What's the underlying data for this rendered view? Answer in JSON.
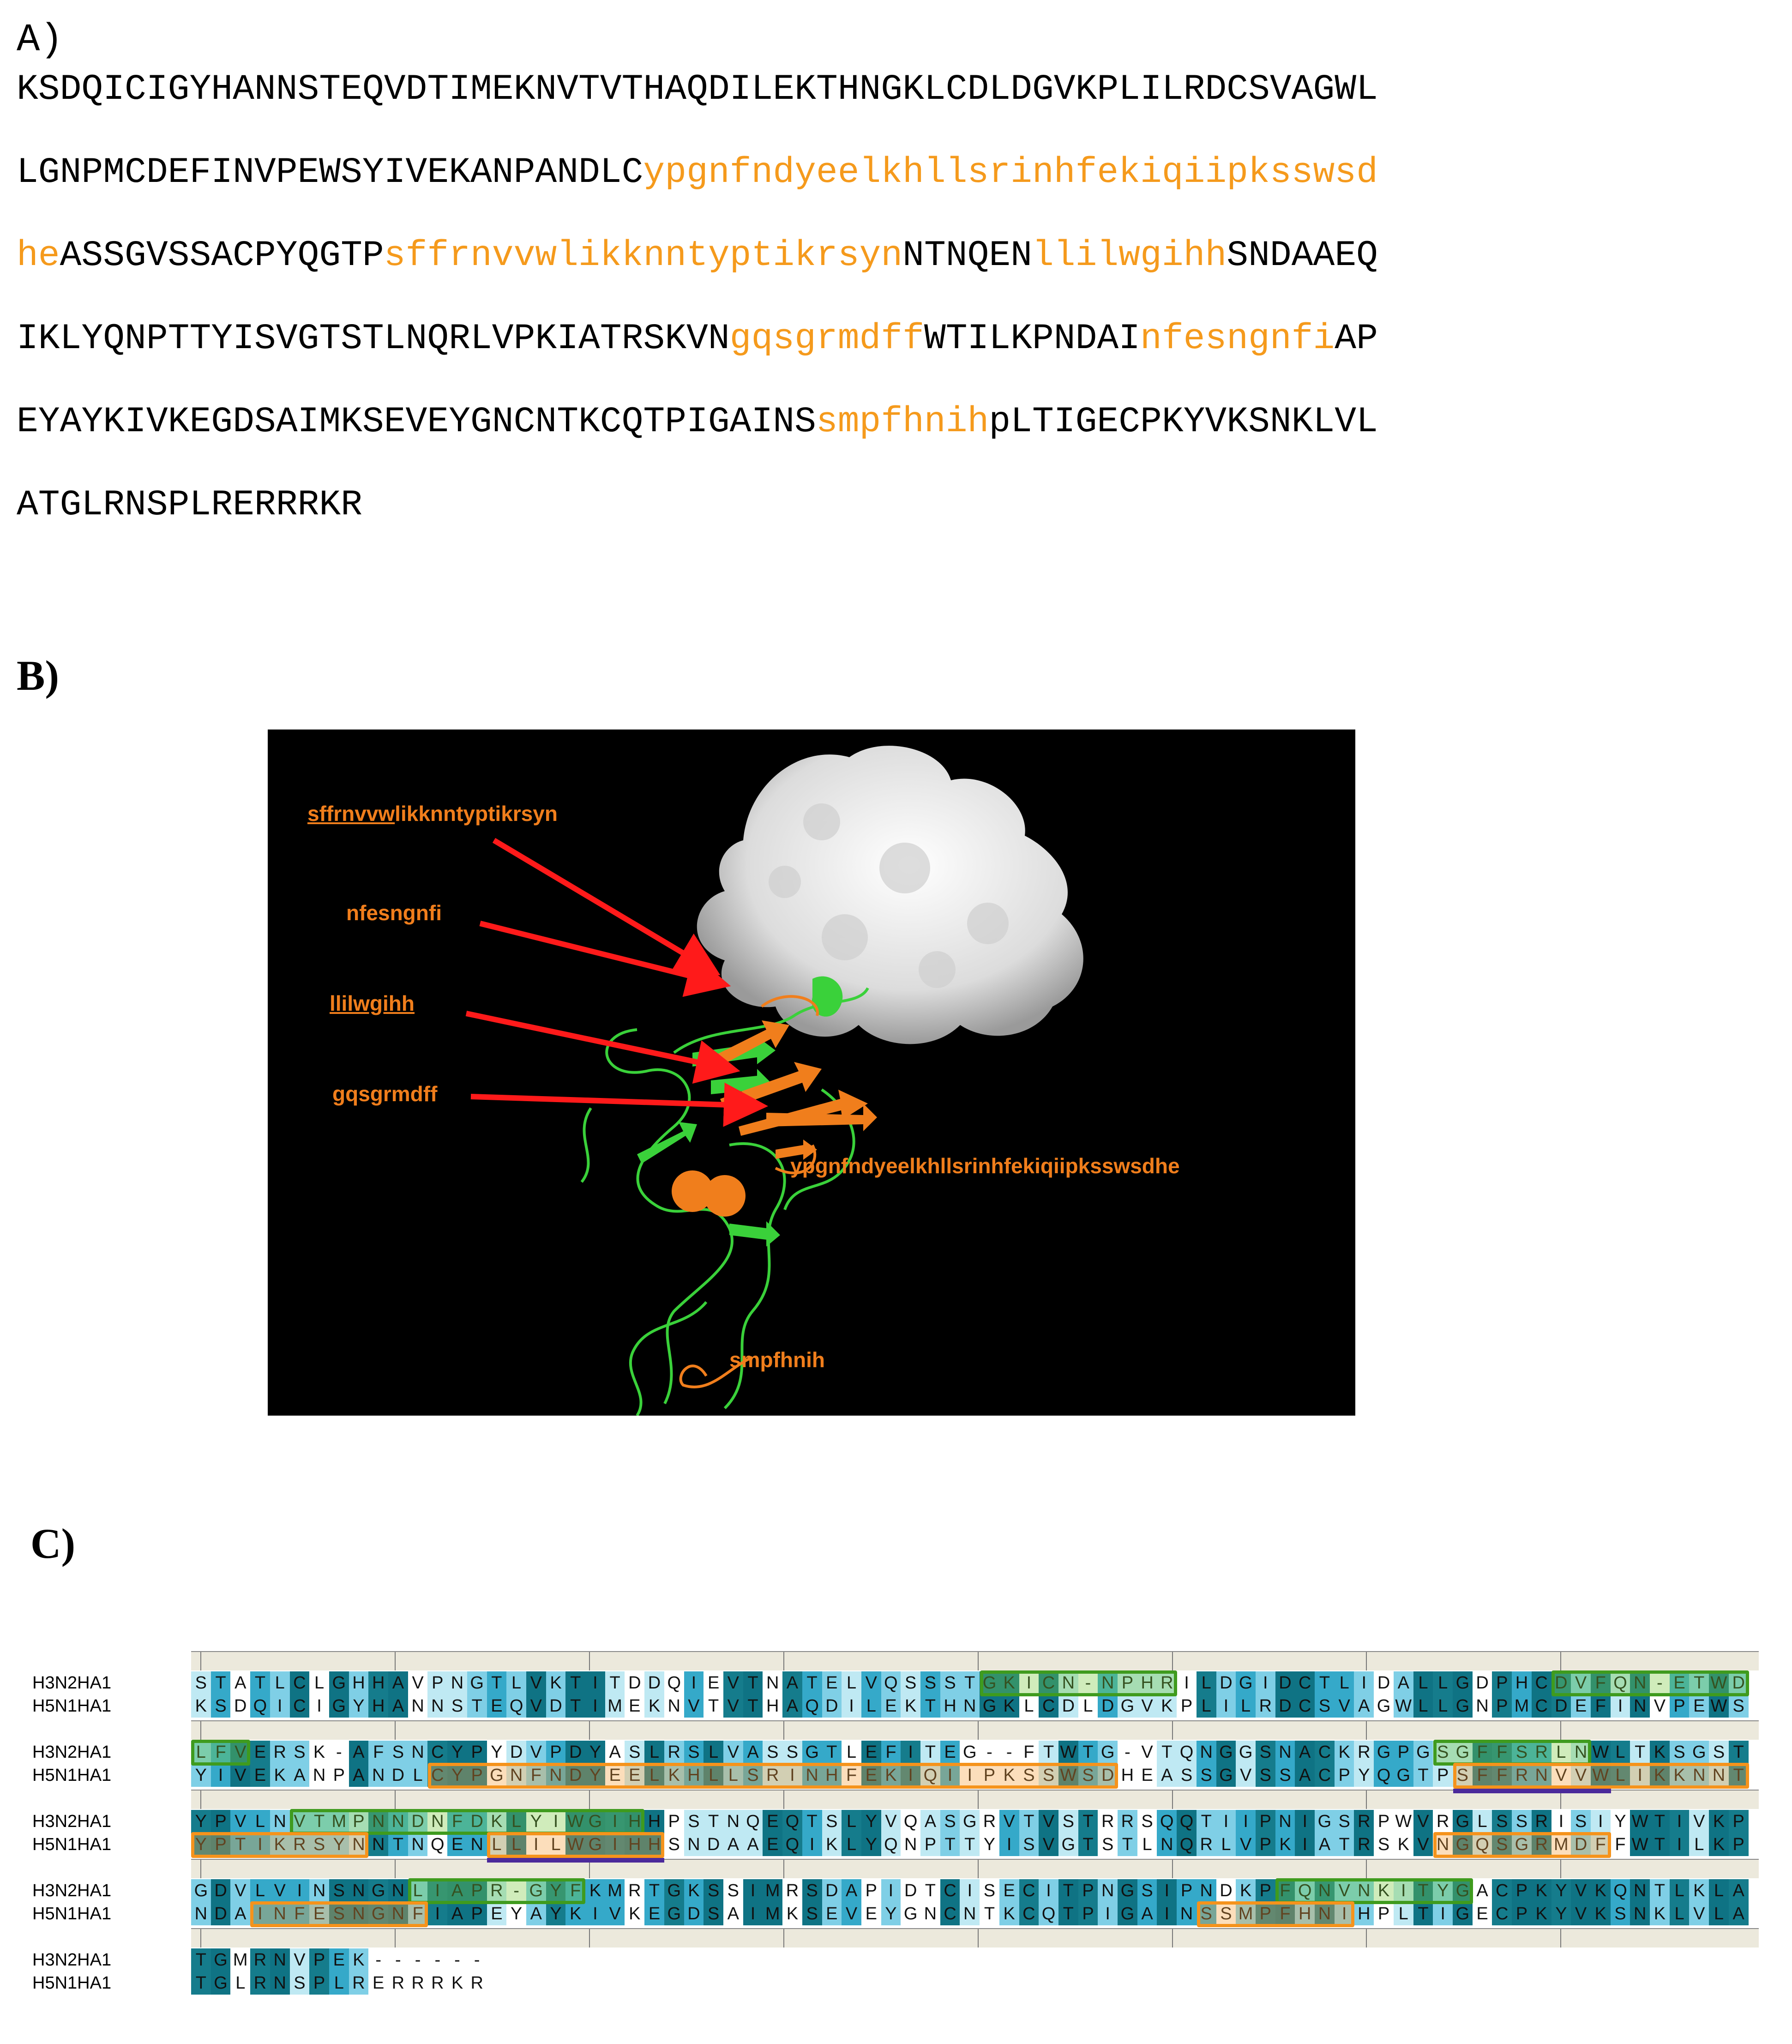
{
  "panel_a": {
    "label": "A)",
    "lines": [
      [
        {
          "t": "KSDQICIGYHANNSTEQVDTIMEKNVTVTHAQDILEKTHNGKLCDLDGVKPLILRDCSVAGWL",
          "h": false
        }
      ],
      [
        {
          "t": "LGNPMCDEFINVPEWSYIVEKANPANDLC",
          "h": false
        },
        {
          "t": "ypgnfndyeelkhllsrinhfekiqiipksswsd",
          "h": true
        }
      ],
      [
        {
          "t": "he",
          "h": true
        },
        {
          "t": "ASSGVSSACPYQGTP",
          "h": false
        },
        {
          "t": "sffrnvvwlikknntyptikrsyn",
          "h": true
        },
        {
          "t": "NTNQEN",
          "h": false
        },
        {
          "t": "llilwgihh",
          "h": true
        },
        {
          "t": "SNDAAEQ",
          "h": false
        }
      ],
      [
        {
          "t": "IKLYQNPTTYISVGTSTLNQRLVPKIATRSKVN",
          "h": false
        },
        {
          "t": "gqsgrmdff",
          "h": true
        },
        {
          "t": "WTILKPNDAI",
          "h": false
        },
        {
          "t": "nfesngnfi",
          "h": true
        },
        {
          "t": "AP",
          "h": false
        }
      ],
      [
        {
          "t": "EYAYKIVKEGDSAIMKSEVEYGNCNTKCQTPIGAINS",
          "h": false
        },
        {
          "t": "smpfhnih",
          "h": true
        },
        {
          "t": "pLTIGECPKYVKSNKLVL",
          "h": false
        }
      ],
      [
        {
          "t": "ATGLRNSPLRERRRKR",
          "h": false
        }
      ]
    ]
  },
  "panel_b": {
    "label": "B)",
    "annotations": [
      {
        "underlined": "sffrnvvw",
        "rest": "likknntyptikrsyn"
      },
      {
        "underlined": "",
        "rest": "nfesngnfi"
      },
      {
        "underlined": "llilwgihh",
        "rest": ""
      },
      {
        "underlined": "",
        "rest": "gqsgrmdff"
      },
      {
        "underlined": "",
        "rest": "ypgnfndyeelkhllsrinhfekiqiipksswsdhe"
      },
      {
        "underlined": "",
        "rest": "smpfhnih"
      }
    ],
    "colors": {
      "background": "#000000",
      "epitope": "#f07e1c",
      "backbone": "#3ad13a",
      "surface": "#e8e8e8",
      "arrow": "#ff1a1a"
    }
  },
  "panel_c": {
    "label": "C)",
    "name_a": "H3N2HA1",
    "name_b": "H5N1HA1",
    "blocks": [
      {
        "a": "STATLCLGHHAVPNGTLVKTITDDQIEVTNATELVQSSSTGKICN-NPHRILDGIDCTLIDALLGDPHCDVFQN-ETWD",
        "b": "KSDQICIGYHANNSTEQVDTIMEKNVTVTHAQDILEKTHNGKLCDLDGVKPLILRDCSVAGWLLGNPMCDEFINVPEWS"
      },
      {
        "a": "LFVERSK-AFSNCYPYDVPDYASLRSLVASSGTLEFITEG--FTWTG-VTQNGGSNACKRGPGSGFFSRLNWLTKSGST",
        "b": "YIVEKANPANDLCYPGNFNDYEELKHLLSRINHFEKIQIIPKSSWSDHEASSGVSSACPYQGTPSFFRNVVWLIKKNNT"
      },
      {
        "a": "YPVLNVTMPNNDNFDKLYIWGIHHPSTNQEQTSLYVQASGRVTVSTRRSQQTIIPNIGSRPWVRGLSSRISIYWTIVKP",
        "b": "YPTIKRSYNNTNQENLLILWGIHHSNDAAEQIKLYQNPTTYISVGTSTLNQRLVPKIATRSKVNGQSGRMDFFWTILKP"
      },
      {
        "a": "GDVLVINSNGNLIAPR-GYFKMRTGKSSIMRSDAPIDTCISECITPNGSIPNDKPFQNVNKITYGACPKYVKQNTLKLA",
        "b": "NDAINFESNGNFIAPEYAYKIVKEGDSAIMKSEVEYGNCNTKCQTPIGAINSSMPFHNIHPLTIGECPKYVKSNKLVLA"
      },
      {
        "a": "TGMRNVPEK------",
        "b": "TGLRNSPLRERRRKR"
      }
    ]
  }
}
